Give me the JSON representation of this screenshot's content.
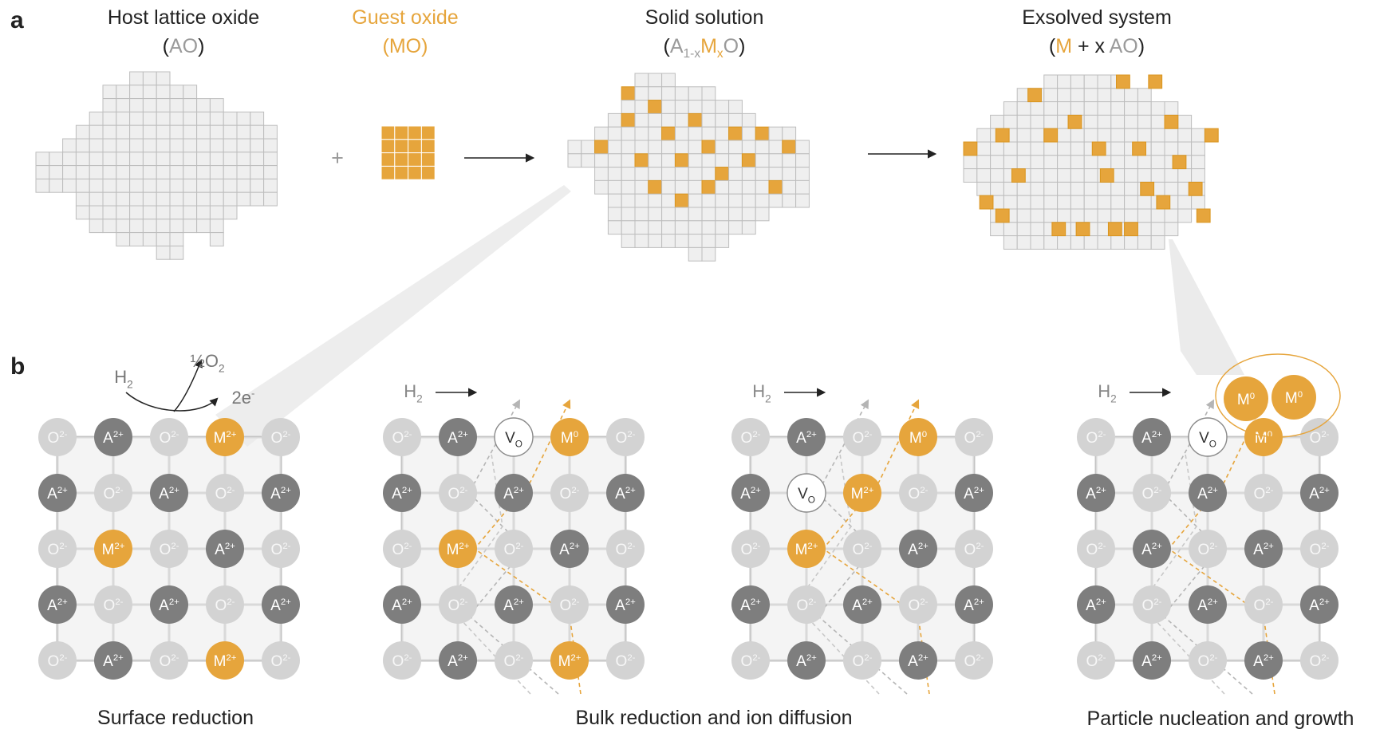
{
  "colors": {
    "host_cell_fill": "#efefef",
    "host_cell_stroke": "#bdbdbd",
    "guest": "#e6a53c",
    "A_atom": "#7e7e7e",
    "O_atom": "#d3d3d3",
    "bond": "#c4c4c4",
    "text_gray": "#9a9a9a",
    "text_dark": "#222222",
    "zoom_cone": "#e6e6e6"
  },
  "panel_a": {
    "label": "a",
    "host": {
      "title": "Host lattice oxide",
      "formula": "AO"
    },
    "guest": {
      "title": "Guest oxide",
      "formula": "MO"
    },
    "plus": "+",
    "solid_solution": {
      "title": "Solid solution",
      "formula_A": "A",
      "sub_A": "1-x",
      "formula_M": "M",
      "sub_M": "x",
      "formula_O": "O"
    },
    "exsolved": {
      "title": "Exsolved system",
      "formula_M": "M",
      "plus_x": " + x ",
      "formula_AO": "AO"
    }
  },
  "panel_b": {
    "label": "b",
    "h2": "H",
    "h2_sub": "2",
    "half_o2": "½O",
    "o2_sub": "2",
    "electrons": "2e",
    "electrons_sup": "-",
    "atom_labels": {
      "A": {
        "base": "A",
        "sup": "2+"
      },
      "O": {
        "base": "O",
        "sup": "2-"
      },
      "M2": {
        "base": "M",
        "sup": "2+"
      },
      "M0": {
        "base": "M",
        "sup": "0"
      },
      "V": {
        "base": "V",
        "sub": "O"
      }
    },
    "captions": {
      "surface": "Surface reduction",
      "bulk": "Bulk reduction and ion diffusion",
      "nucleation": "Particle nucleation and growth"
    },
    "grids": [
      {
        "name": "surface-reduction",
        "rows": [
          "OAOMO",
          "AOAOA",
          "OMOAO",
          "AOAOA",
          "OAOMO"
        ],
        "h2_arrow": false,
        "particle": false
      },
      {
        "name": "bulk-reduction-1",
        "rows": [
          "OAVNO",
          "AOAOA",
          "OMOAO",
          "AOAOA",
          "OAOMO"
        ],
        "h2_arrow": true,
        "particle": false
      },
      {
        "name": "bulk-reduction-2",
        "rows": [
          "OAONO",
          "AVMOA",
          "OMOAO",
          "AOAOA",
          "OAOAO"
        ],
        "h2_arrow": true,
        "particle": false
      },
      {
        "name": "particle-nucleation",
        "rows": [
          "OAVNO",
          "AOAOA",
          "OAOAO",
          "AOAOA",
          "OAOAO"
        ],
        "h2_arrow": true,
        "particle": true
      }
    ]
  }
}
